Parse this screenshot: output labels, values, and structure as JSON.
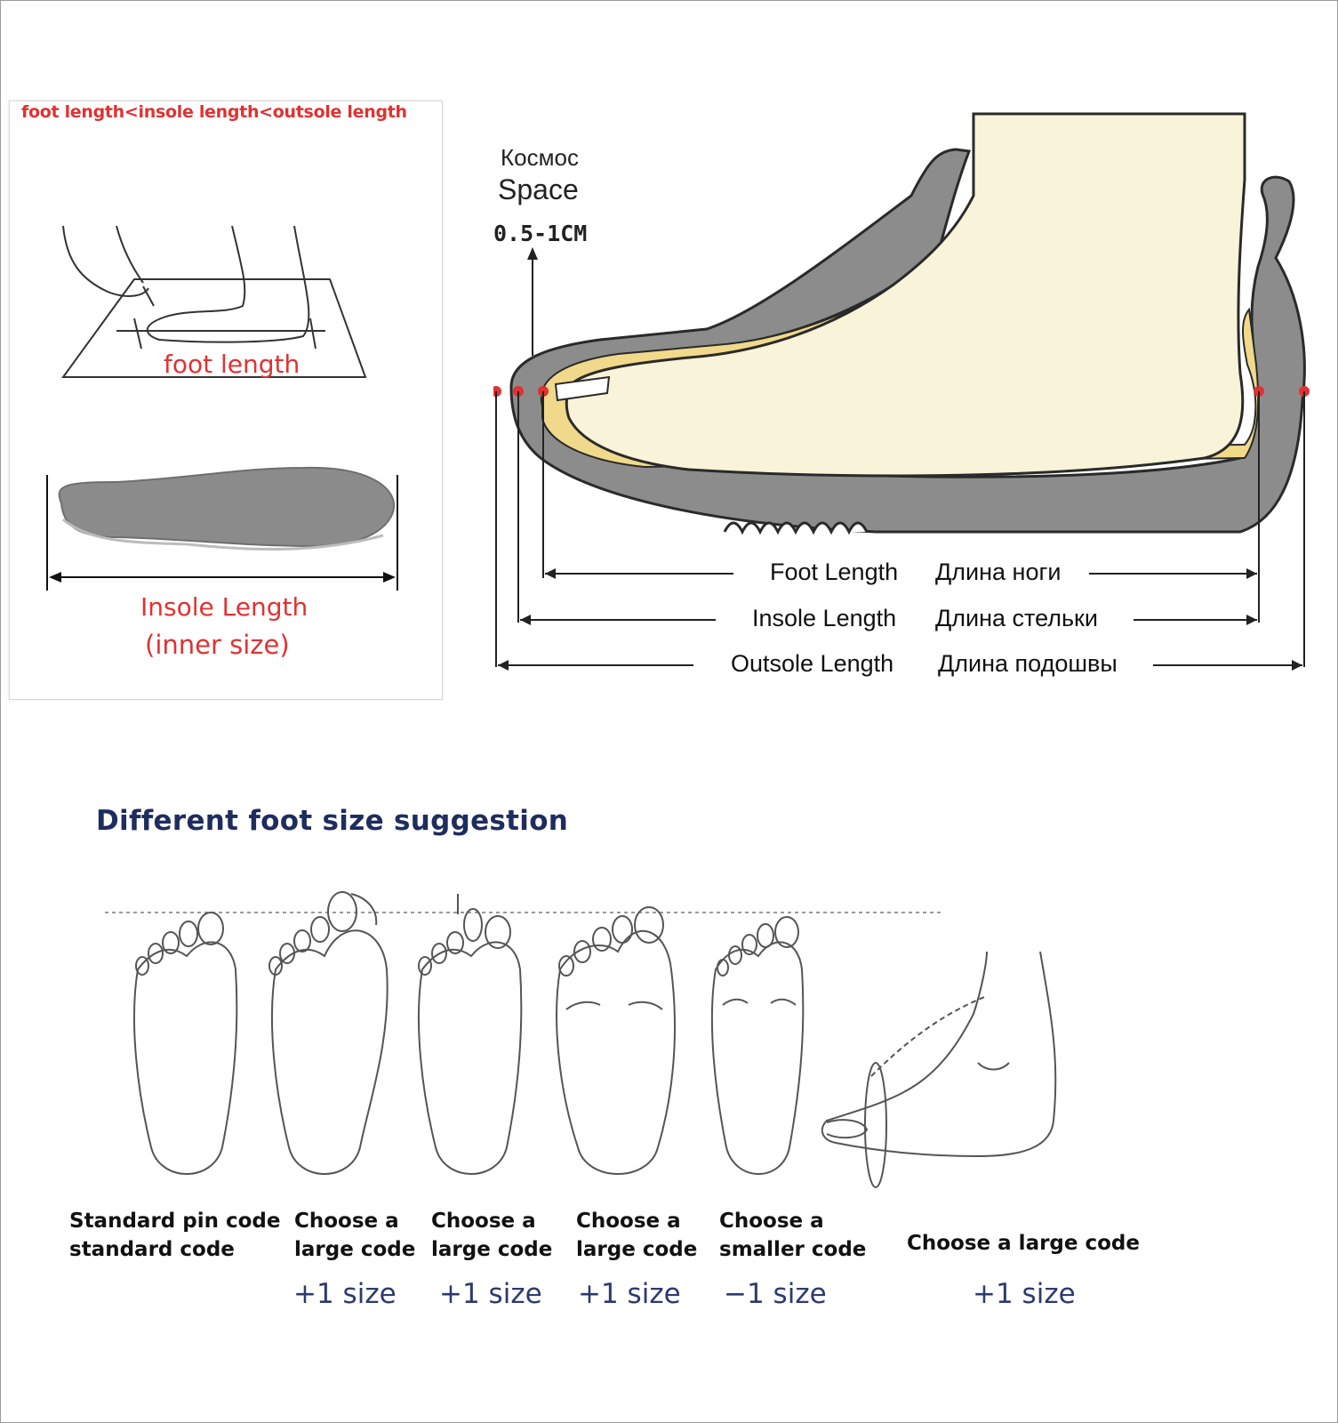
{
  "measure_panel": {
    "rule": "foot length<insole length<outsole length",
    "foot_length_label": "foot length",
    "insole_length_label": "Insole Length",
    "insole_note": "(inner size)"
  },
  "shoe_diagram": {
    "space_ru": "Космос",
    "space_en": "Space",
    "space_range": "0.5-1CM",
    "lengths": [
      {
        "en": "Foot Length",
        "ru": "Длина ноги"
      },
      {
        "en": "Insole Length",
        "ru": "Длина стельки"
      },
      {
        "en": "Outsole Length",
        "ru": "Длина подошвы"
      }
    ]
  },
  "suggestion": {
    "title": "Different foot size suggestion",
    "items": [
      {
        "line1": "Standard pin code",
        "line2": "standard code",
        "delta": ""
      },
      {
        "line1": "Choose a",
        "line2": "large code",
        "delta": "+1 size"
      },
      {
        "line1": "Choose a",
        "line2": "large code",
        "delta": "+1 size"
      },
      {
        "line1": "Choose a",
        "line2": "large code",
        "delta": "+1 size"
      },
      {
        "line1": "Choose a",
        "line2": "smaller code",
        "delta": "−1 size"
      },
      {
        "line1": "Choose a large code",
        "line2": "",
        "delta": "+1 size"
      }
    ]
  },
  "colors": {
    "red": "#e03232",
    "title_navy": "#1e2d5e",
    "delta_blue": "#2d3a6e",
    "sole_gray": "#8c8c8c",
    "foot_cream": "#f8f3d9",
    "insole_yellow": "#f0d98a"
  }
}
